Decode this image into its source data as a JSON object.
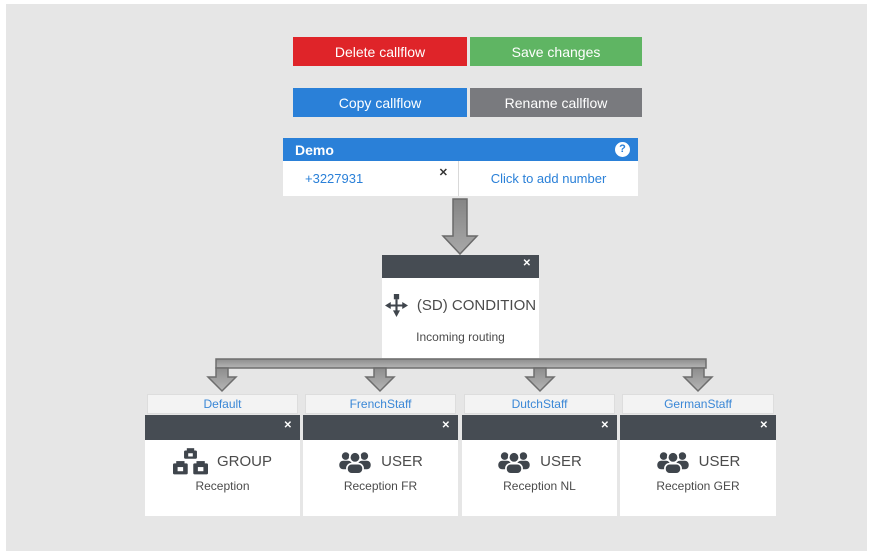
{
  "toolbar": {
    "delete_label": "Delete callflow",
    "save_label": "Save changes",
    "copy_label": "Copy callflow",
    "rename_label": "Rename callflow"
  },
  "callflow_panel": {
    "title": "Demo",
    "number": "+3227931",
    "add_number_label": "Click to add number"
  },
  "condition_node": {
    "type_label": "(SD) CONDITION",
    "name": "Incoming routing",
    "icon": "condition-split-icon"
  },
  "branches": [
    {
      "label": "Default",
      "type": "GROUP",
      "name": "Reception",
      "icon": "group-icon"
    },
    {
      "label": "FrenchStaff",
      "type": "USER",
      "name": "Reception FR",
      "icon": "user-icon"
    },
    {
      "label": "DutchStaff",
      "type": "USER",
      "name": "Reception NL",
      "icon": "user-icon"
    },
    {
      "label": "GermanStaff",
      "type": "USER",
      "name": "Reception GER",
      "icon": "user-icon"
    }
  ],
  "icons": {
    "close": "✕",
    "help": "?"
  },
  "colors": {
    "danger_red": "#df2429",
    "success_green": "#5fb563",
    "primary_blue": "#2a80d8",
    "neutral_gray": "#797a7e",
    "node_header_dark": "#464c53",
    "link_blue": "#3a87d6",
    "canvas_bg": "#e6e6e6",
    "connector_gray": "#9a9a9a"
  }
}
